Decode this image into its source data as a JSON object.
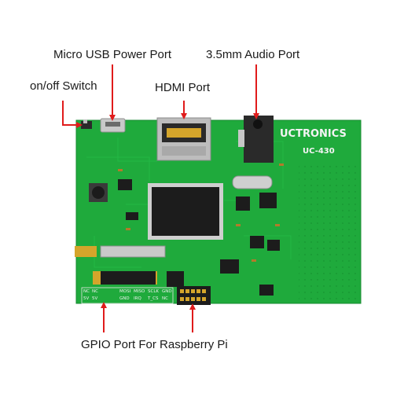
{
  "labels": {
    "usb_power": "Micro USB Power Port",
    "audio": "3.5mm Audio Port",
    "switch": "on/off Switch",
    "hdmi": "HDMI Port",
    "gpio": "GPIO Port For Raspberry Pi"
  },
  "board": {
    "brand": "UCTRONICS",
    "model": "UC-430",
    "pins_row1": [
      "NC",
      "NC",
      "MOSI",
      "MISO",
      "SCLK",
      "GND"
    ],
    "pins_row2": [
      "5V",
      "5V",
      "GND",
      "IRQ",
      "T_CS",
      "NC"
    ]
  },
  "colors": {
    "pcb": "#1faa3c",
    "pcb_dark": "#168a30",
    "arrow": "#e01b1b",
    "chip": "#1c1c1c",
    "gold": "#d4a52b",
    "metal": "#c9c9c9"
  }
}
